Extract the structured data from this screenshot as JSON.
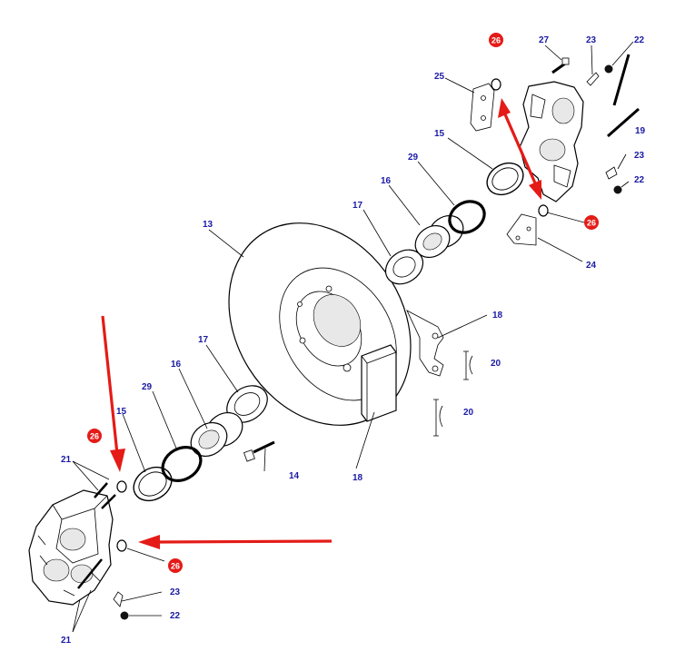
{
  "diagram": {
    "parts": [
      {
        "number": "13"
      },
      {
        "number": "14"
      },
      {
        "number": "15"
      },
      {
        "number": "15"
      },
      {
        "number": "16"
      },
      {
        "number": "16"
      },
      {
        "number": "17"
      },
      {
        "number": "17"
      },
      {
        "number": "18"
      },
      {
        "number": "18"
      },
      {
        "number": "19"
      },
      {
        "number": "20"
      },
      {
        "number": "20"
      },
      {
        "number": "21"
      },
      {
        "number": "21"
      },
      {
        "number": "22"
      },
      {
        "number": "22"
      },
      {
        "number": "22"
      },
      {
        "number": "23"
      },
      {
        "number": "23"
      },
      {
        "number": "23"
      },
      {
        "number": "24"
      },
      {
        "number": "25"
      },
      {
        "number": "26"
      },
      {
        "number": "26"
      },
      {
        "number": "26"
      },
      {
        "number": "26"
      },
      {
        "number": "27"
      },
      {
        "number": "29"
      },
      {
        "number": "29"
      }
    ],
    "highlight_color": "#e41b17",
    "label_color": "#1a1aa6"
  }
}
